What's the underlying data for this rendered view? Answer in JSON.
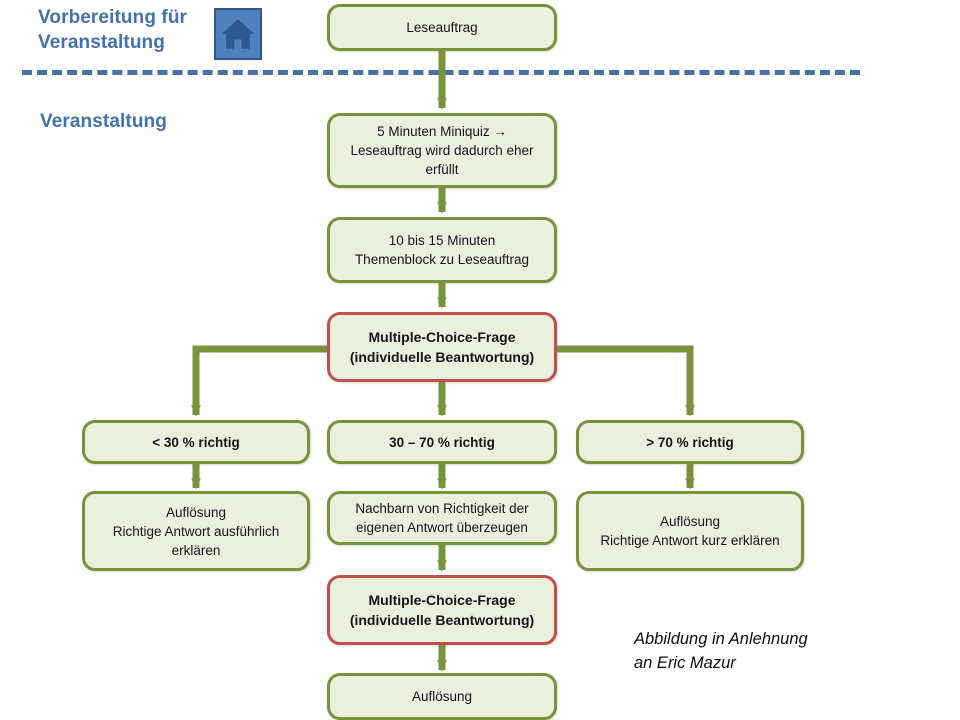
{
  "phases": {
    "preparation": "Vorbereitung für Veranstaltung",
    "event": "Veranstaltung"
  },
  "icons": {
    "home": "home-icon"
  },
  "colors": {
    "box_fill": "#EBEFDE",
    "box_border_green": "#77933C",
    "box_border_red": "#C0504D",
    "connector_green": "#77933C",
    "divider_blue": "#4472A8",
    "heading_blue": "#4272AC",
    "home_icon_bg": "#4F81BD"
  },
  "nodes": {
    "leseauftrag": "Leseauftrag",
    "miniquiz": "5 Minuten Miniquiz → Leseauftrag wird dadurch eher erfüllt",
    "themenblock": "10 bis 15 Minuten Themenblock zu Leseauftrag",
    "mc_first": "Multiple-Choice-Frage (individuelle Beantwortung)",
    "branch_low": "< 30 % richtig",
    "branch_mid": "30 – 70 % richtig",
    "branch_high": "> 70 % richtig",
    "result_low": "Auflösung Richtige Antwort ausführlich erklären",
    "result_mid": "Nachbarn von Richtigkeit der eigenen Antwort überzeugen",
    "result_high": "Auflösung Richtige Antwort kurz erklären",
    "mc_second": "Multiple-Choice-Frage (individuelle Beantwortung)",
    "final": "Auflösung"
  },
  "node_lines": {
    "leseauftrag": [
      "Leseauftrag"
    ],
    "miniquiz": [
      "5 Minuten Miniquiz →",
      "Leseauftrag wird dadurch eher",
      "erfüllt"
    ],
    "themenblock": [
      "10 bis 15 Minuten",
      "Themenblock zu Leseauftrag"
    ],
    "mc_first": [
      "Multiple-Choice-Frage",
      "(individuelle Beantwortung)"
    ],
    "branch_low": [
      "< 30 % richtig"
    ],
    "branch_mid": [
      "30 – 70 % richtig"
    ],
    "branch_high": [
      "> 70 % richtig"
    ],
    "result_low": [
      "Auflösung",
      "Richtige Antwort ausführlich",
      "erklären"
    ],
    "result_mid": [
      "Nachbarn von Richtigkeit der",
      "eigenen Antwort überzeugen"
    ],
    "result_high": [
      "Auflösung",
      "Richtige Antwort kurz erklären"
    ],
    "mc_second": [
      "Multiple-Choice-Frage",
      "(individuelle Beantwortung)"
    ],
    "final": [
      "Auflösung"
    ]
  },
  "caption": {
    "line1": "Abbildung in Anlehnung",
    "line2": "an Eric Mazur"
  }
}
